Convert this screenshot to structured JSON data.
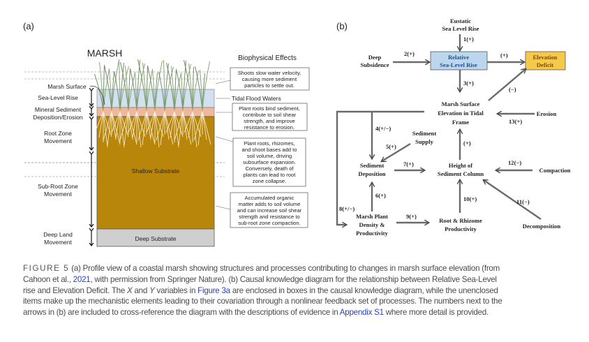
{
  "panel_a": {
    "label": "(a)",
    "title": "MARSH",
    "effects_title": "Biophysical Effects",
    "left_labels": {
      "marsh_surface": "Marsh Surface",
      "sea_level_rise": "Sea-Level Rise",
      "mineral_1": "Mineral Sediment",
      "mineral_2": "Deposition/Erosion",
      "root_1": "Root Zone",
      "root_2": "Movement",
      "subroot_1": "Sub-Root Zone",
      "subroot_2": "Movement",
      "deep_1": "Deep Land",
      "deep_2": "Movement"
    },
    "layers": {
      "shallow": "Shallow Substrate",
      "deep": "Deep Substrate"
    },
    "tidal": "Tidal Flood Waters",
    "boxes": [
      [
        "Shoots slow water velocity,",
        "causing more sediment",
        "particles to settle out."
      ],
      [
        "Plant roots bind sediment,",
        "contribute to soil shear",
        "strength, and improve",
        "resistance to erosion."
      ],
      [
        "Plant roots, rhizomes,",
        "and shoot bases add to",
        "soil volume, driving",
        "subsurface expansion.",
        "Conversely, death of",
        "plants can lead to root",
        "zone collapse."
      ],
      [
        "Accumulated organic",
        "matter adds to soil volume",
        "and can increase soil shear",
        "strength and resistance to",
        "sub-root zone compaction."
      ]
    ],
    "colors": {
      "water": "#d3e0f0",
      "sediment": "#efb89a",
      "substrate": "#b8860b",
      "deep": "#cfcfcf",
      "grass": "#7d9a6a"
    }
  },
  "panel_b": {
    "label": "(b)",
    "nodes": {
      "eustatic": [
        "Eustatic",
        "Sea Level Rise"
      ],
      "deep_subsidence": [
        "Deep",
        "Subsidence"
      ],
      "rslr": [
        "Relative",
        "Sea-Level Rise"
      ],
      "elevation_deficit": [
        "Elevation",
        "Deficit"
      ],
      "marsh_surface": [
        "Marsh Surface",
        "Elevation in Tidal",
        "Frame"
      ],
      "erosion": [
        "Erosion"
      ],
      "sediment_supply": [
        "Sediment",
        "Supply"
      ],
      "sediment_deposition": [
        "Sediment",
        "Deposition"
      ],
      "height": [
        "Height of",
        "Sediment Column"
      ],
      "compaction": [
        "Compaction"
      ],
      "marsh_plant": [
        "Marsh Plant",
        "Density &",
        "Productivity"
      ],
      "root": [
        "Root & Rhizome",
        "Productivity"
      ],
      "decomposition": [
        "Decomposition"
      ]
    },
    "edges": {
      "e1": "1(+)",
      "e2": "2(+)",
      "e_rslr_def": "(+)",
      "e3": "3(+)",
      "e_neg": "(−)",
      "e13": "13(+)",
      "e4": "4(+/−)",
      "e5": "5(+)",
      "e7": "7(+)",
      "e_up": "(+)",
      "e12": "12(−)",
      "e6": "6(+)",
      "e8": "8(+/−)",
      "e9": "9(+)",
      "e10": "10(+)",
      "e11": "11(−)"
    },
    "colors": {
      "rslr_box": "#bcd6ee",
      "deficit_box": "#f6c94a",
      "arrow": "#6a6a6a"
    }
  },
  "caption": {
    "figure_label": "FIGURE 5",
    "l1": " (a) Profile view of a coastal marsh showing structures and processes contributing to changes in marsh surface elevation (from",
    "l2a": "Cahoon et al., ",
    "l2_link": "2021",
    "l2b": ", with permission from Springer Nature). (b) Causal knowledge diagram for the relationship between Relative Sea-Level",
    "l3a": "rise and Elevation Deficit. The ",
    "l3_x": "X",
    "l3b": " and ",
    "l3_y": "Y",
    "l3c": " variables in ",
    "l3_link": "Figure 3a",
    "l3d": " are enclosed in boxes in the causal knowledge diagram, while the unenclosed",
    "l4": "items make up the mechanistic elements leading to their covariation through a nonlinear feedback set of processes. The numbers next to the",
    "l5a": "arrows in (b) are included to cross-reference the diagram with the descriptions of evidence in ",
    "l5_link": "Appendix S1",
    "l5b": " where more detail is provided."
  }
}
